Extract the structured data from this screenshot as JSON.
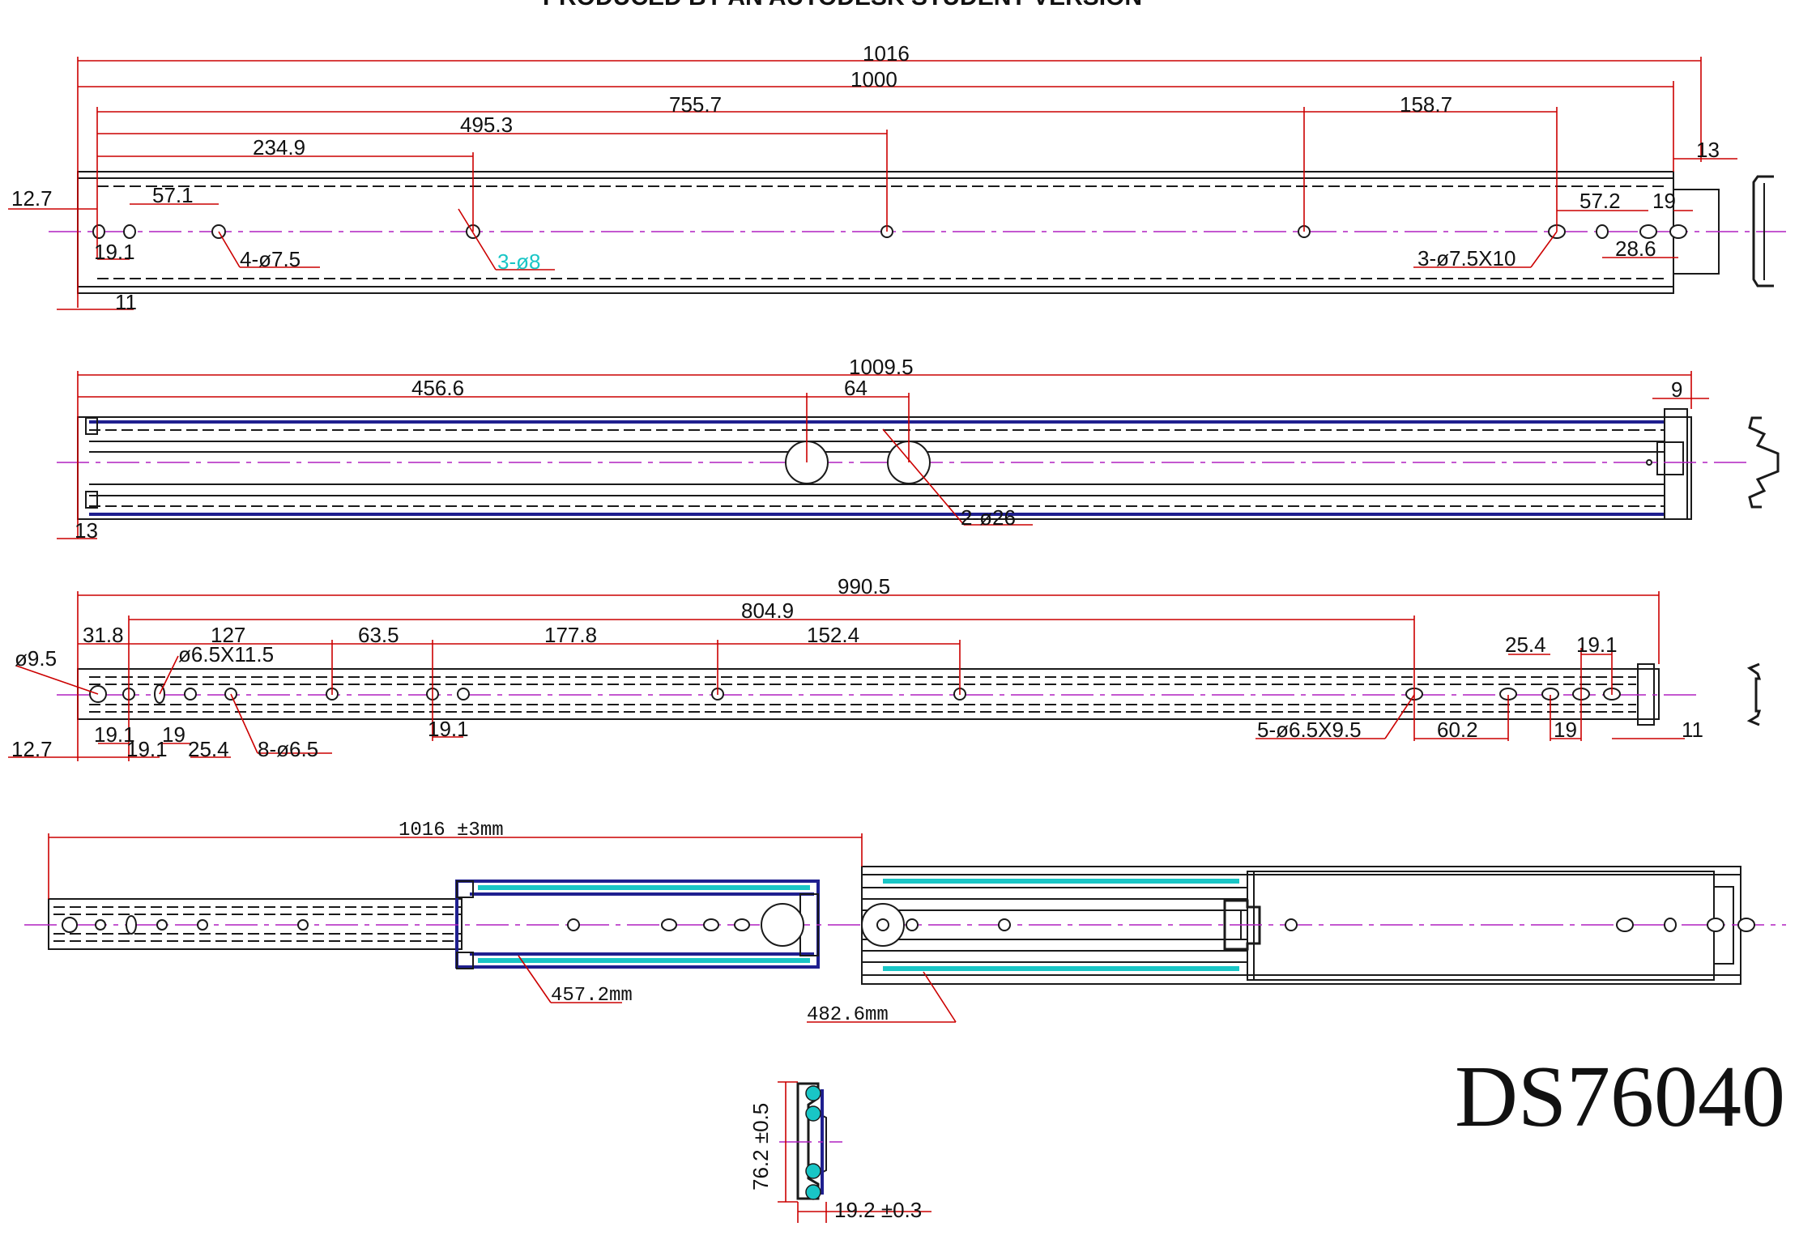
{
  "header": {
    "text": "PRODUCED BY AN AUTODESK STUDENT VERSION"
  },
  "model_number": "DS76040",
  "views": {
    "outer_member": {
      "dimensions": [
        "1016",
        "1000",
        "755.7",
        "495.3",
        "234.9",
        "158.7",
        "13",
        "12.7",
        "57.1",
        "19.1",
        "4-ø7.5",
        "3-ø8",
        "57.2",
        "19",
        "28.6",
        "3-ø7.5X10",
        "11"
      ],
      "highlight_color": "#19c6c6"
    },
    "middle_member": {
      "dimensions": [
        "1009.5",
        "456.6",
        "64",
        "9",
        "13",
        "2-ø26"
      ]
    },
    "inner_member": {
      "dimensions": [
        "990.5",
        "804.9",
        "31.8",
        "127",
        "63.5",
        "177.8",
        "152.4",
        "ø9.5",
        "ø6.5X11.5",
        "25.4",
        "19.1",
        "12.7",
        "19.1",
        "19.1",
        "19",
        "25.4",
        "8-ø6.5",
        "19.1",
        "5-ø6.5X9.5",
        "60.2",
        "19",
        "11"
      ]
    },
    "assembly": {
      "dimensions": [
        "1016 ±3mm",
        "457.2mm",
        "482.6mm"
      ]
    },
    "cross_section": {
      "dimensions": [
        "76.2 ±0.5",
        "19.2 ±0.3"
      ]
    }
  },
  "colors": {
    "dimension_lines": "#cc0000",
    "centerline": "#b020c0",
    "outline": "#1a1a1a",
    "ball_track": "#19c6c6",
    "inner_outline": "#1f1f8f"
  }
}
